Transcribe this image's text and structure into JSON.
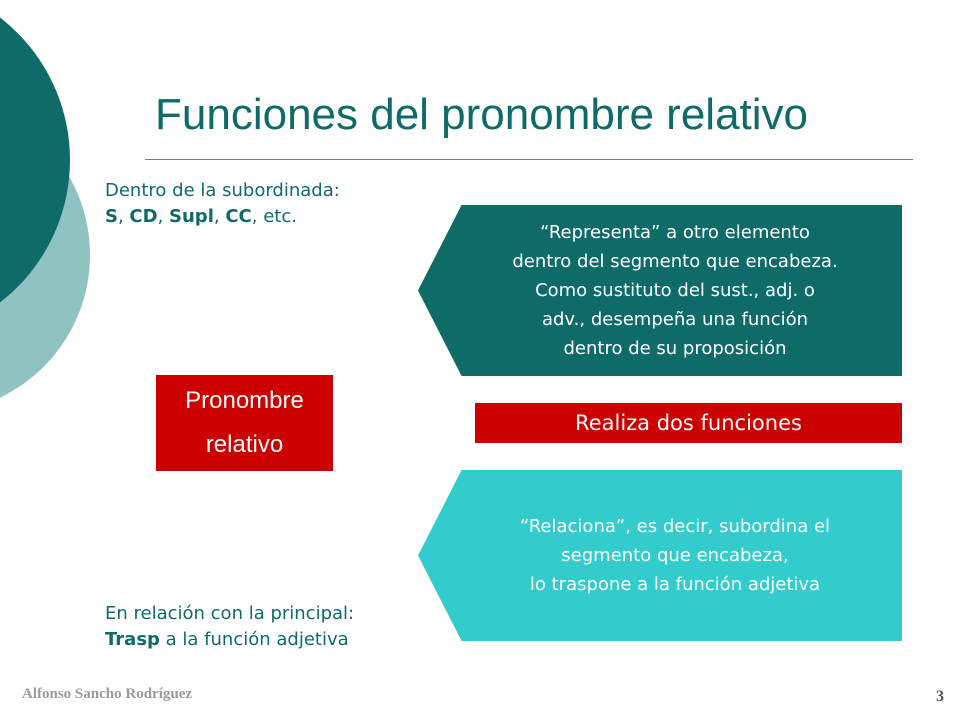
{
  "slide": {
    "title": "Funciones del pronombre relativo",
    "colors": {
      "dark_teal": "#0e6b68",
      "light_teal": "#8fc3c1",
      "cyan": "#33cccc",
      "red": "#cc0000"
    }
  },
  "note_top": {
    "line1": "Dentro de la subordinada:",
    "s": "S",
    "cd": "CD",
    "supl": "Supl",
    "cc": "CC",
    "sep": ", ",
    "etc": ", etc."
  },
  "pronoun_box": {
    "line1": "Pronombre",
    "line2": "relativo"
  },
  "functions_bar": {
    "label": "Realiza dos funciones"
  },
  "function_represent": {
    "lines": [
      "“Representa” a otro elemento",
      "dentro del segmento que encabeza.",
      "Como sustituto del sust., adj. o",
      "adv., desempeña una función",
      "dentro de su proposición"
    ]
  },
  "function_relate": {
    "lines": [
      "“Relaciona”, es decir, subordina el",
      "segmento que encabeza,",
      "lo traspone a la función adjetiva"
    ]
  },
  "note_bottom": {
    "line1": "En relación con la principal:",
    "bold": "Trasp",
    "rest": " a la función adjetiva"
  },
  "footer": {
    "author": "Alfonso Sancho Rodríguez",
    "page": "3"
  }
}
